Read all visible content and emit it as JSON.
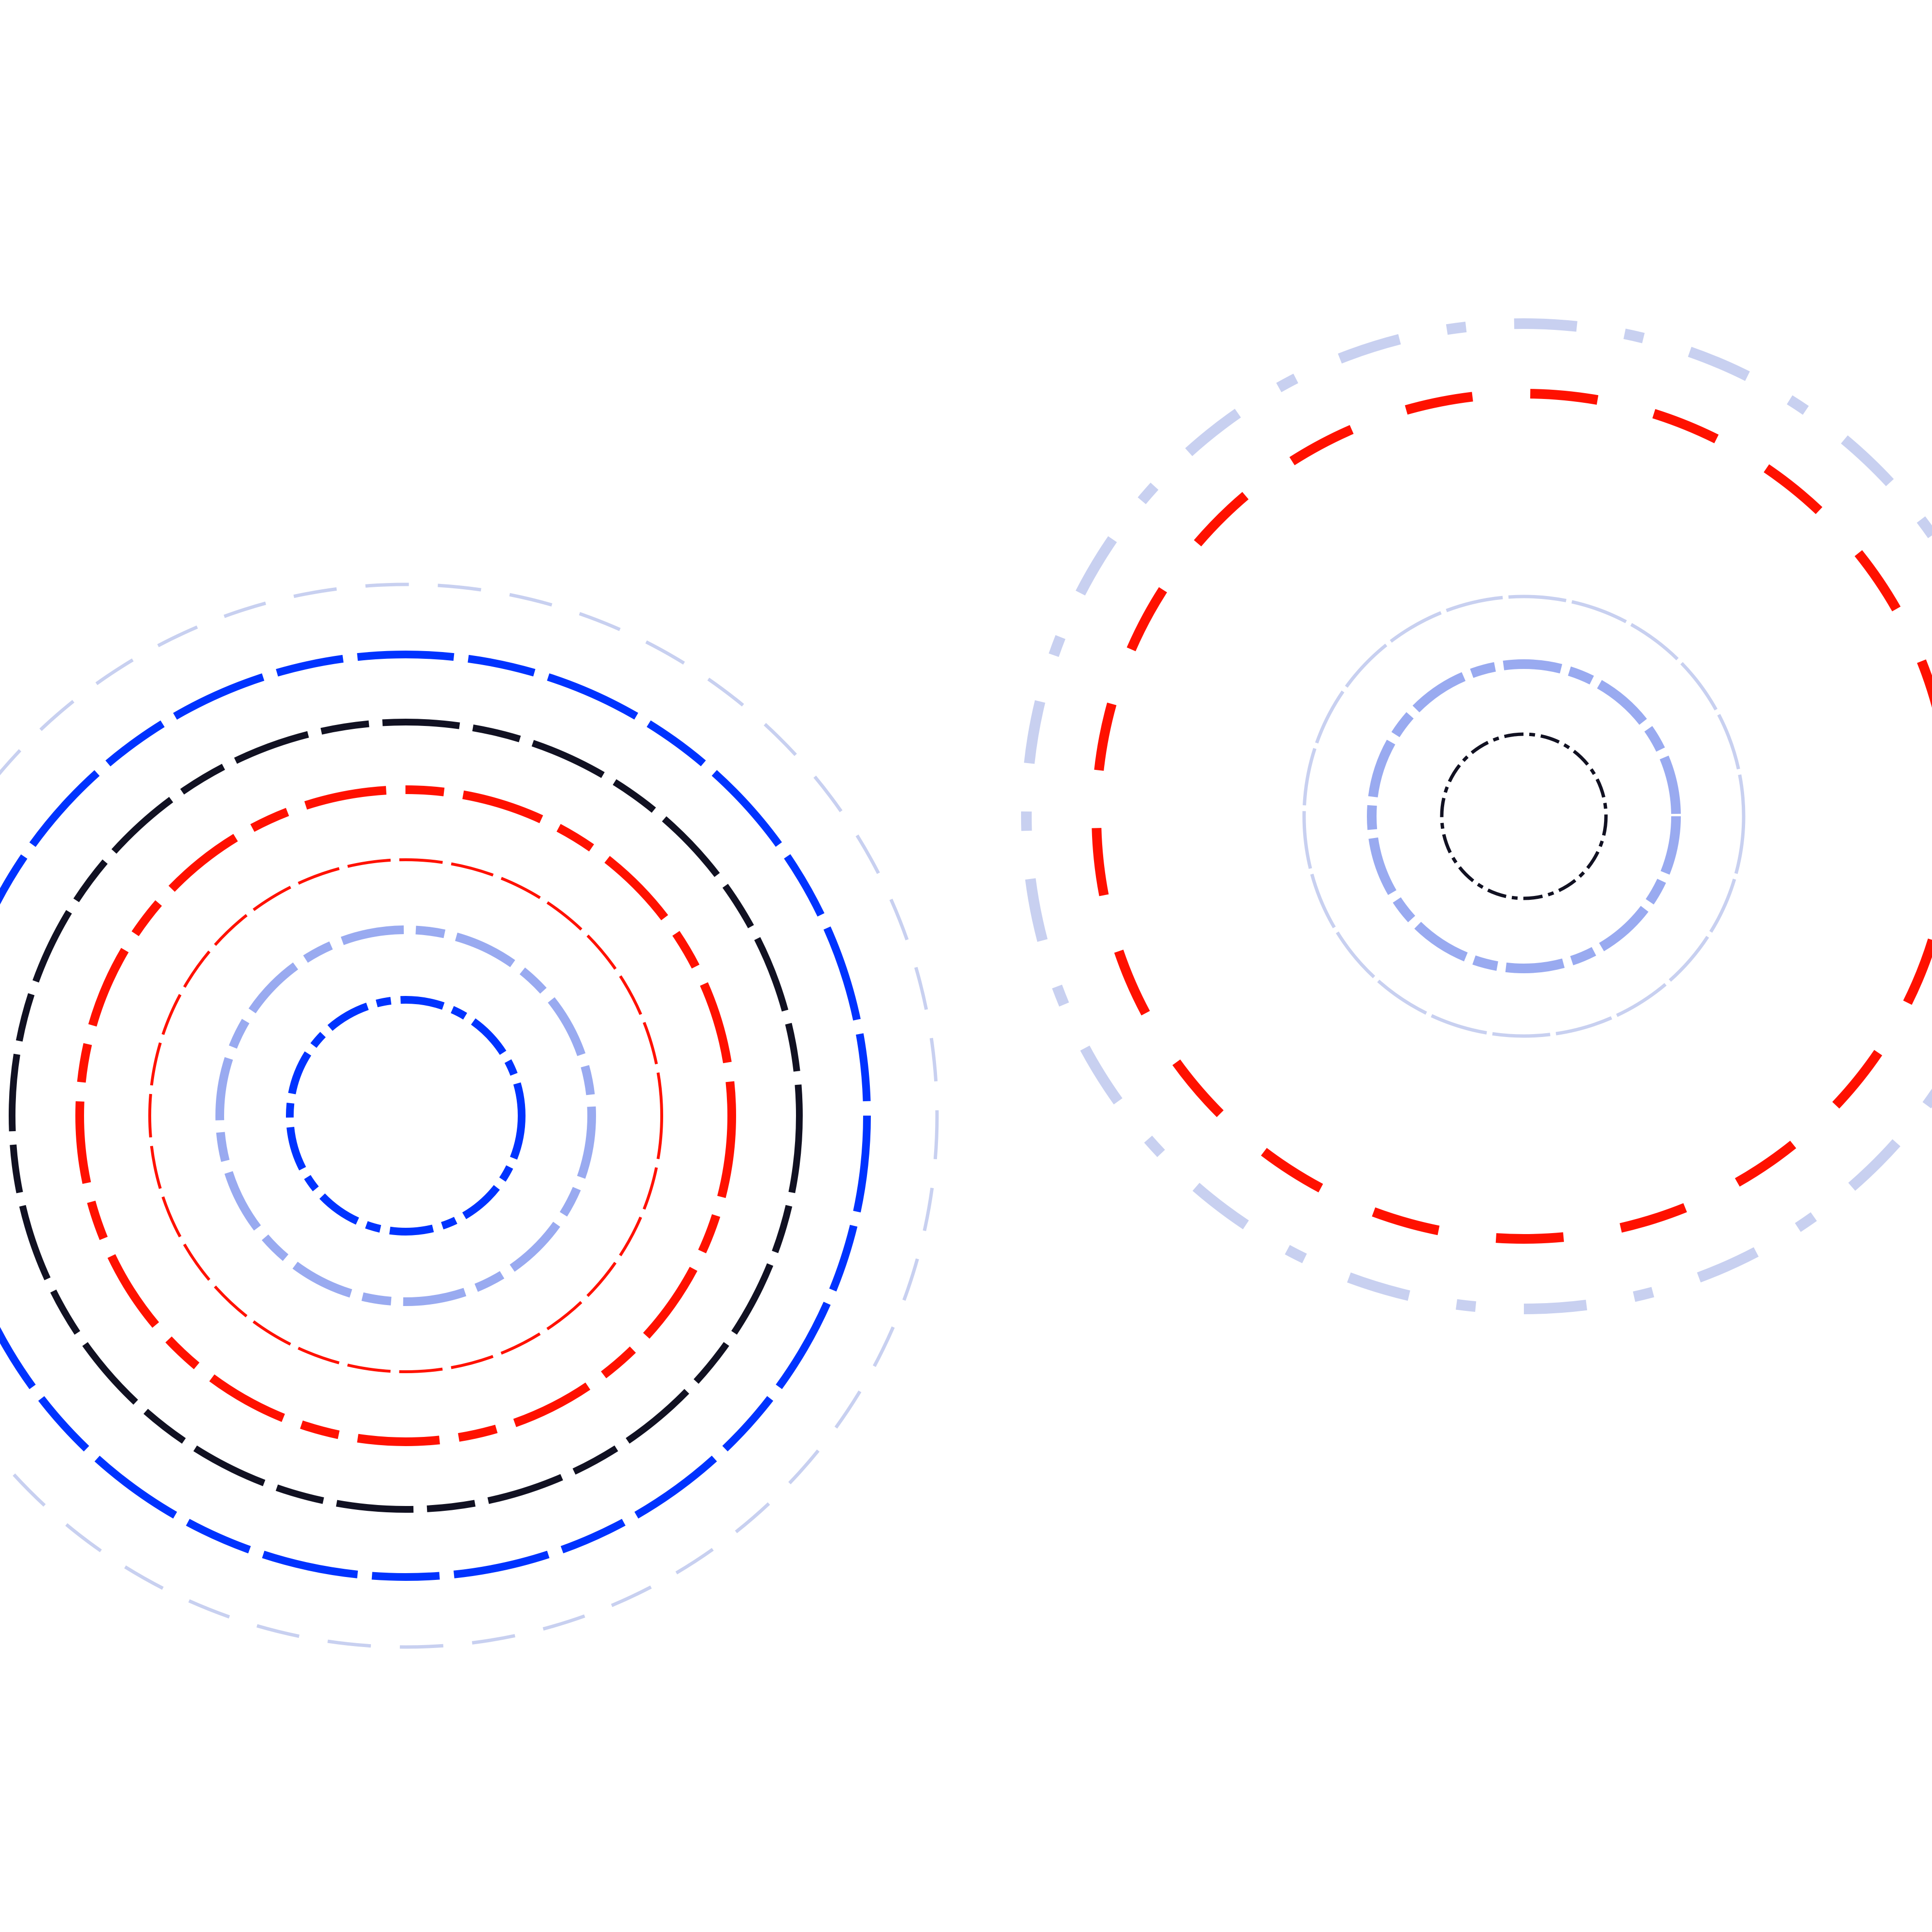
{
  "background": "#ffffff",
  "palette": {
    "navy": "#111122",
    "blue": "#0033ff",
    "red": "#ff1100",
    "periwinkle": "#99aaf0",
    "lavender": "#c8d0f0"
  },
  "groups": [
    {
      "name": "left-concentric-group",
      "rings": [
        {
          "name": "left-ring-lavender-outer",
          "color": "lavender"
        },
        {
          "name": "left-ring-blue",
          "color": "blue"
        },
        {
          "name": "left-ring-navy",
          "color": "navy"
        },
        {
          "name": "left-ring-red-thick",
          "color": "red"
        },
        {
          "name": "left-ring-red-thin",
          "color": "red"
        },
        {
          "name": "left-ring-periwinkle",
          "color": "periwinkle"
        },
        {
          "name": "left-ring-blue-inner",
          "color": "blue"
        }
      ]
    },
    {
      "name": "right-concentric-group",
      "rings": [
        {
          "name": "right-ellipse-lavender-outer",
          "color": "lavender"
        },
        {
          "name": "right-ellipse-red",
          "color": "red"
        },
        {
          "name": "right-ring-lavender-thin",
          "color": "lavender"
        },
        {
          "name": "right-ring-periwinkle",
          "color": "periwinkle"
        },
        {
          "name": "right-ring-navy-inner",
          "color": "navy"
        }
      ]
    }
  ]
}
